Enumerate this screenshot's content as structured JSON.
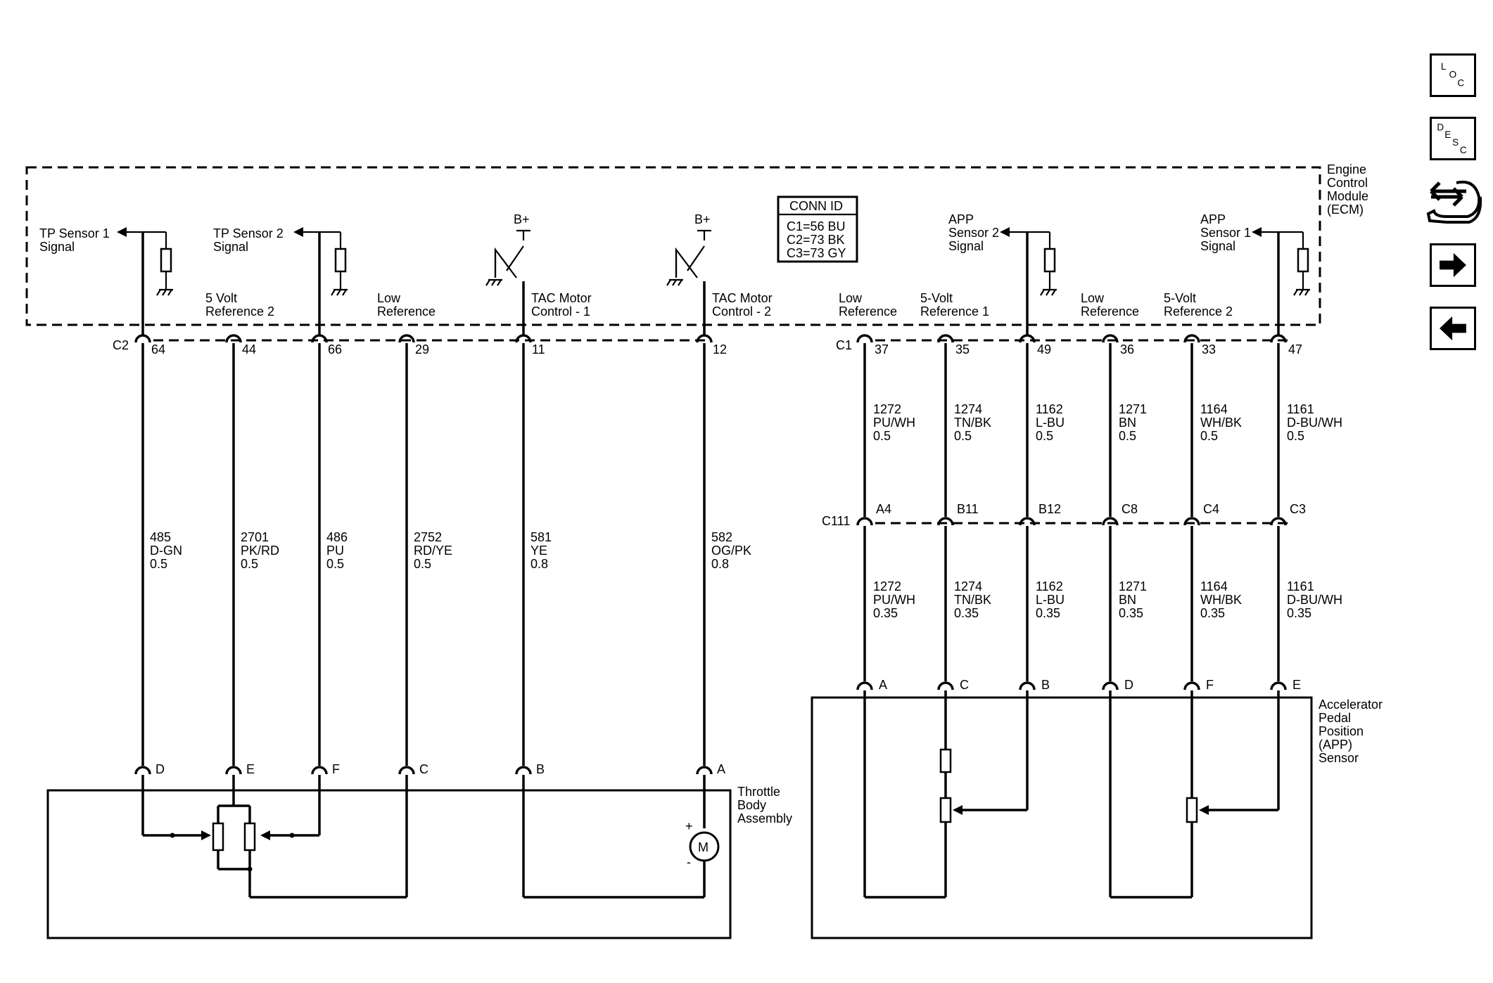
{
  "modules": {
    "ecm": [
      "Engine",
      "Control",
      "Module",
      "(ECM)"
    ],
    "throttle_body": [
      "Throttle",
      "Body",
      "Assembly"
    ],
    "app_sensor": [
      "Accelerator",
      "Pedal",
      "Position",
      "(APP)",
      "Sensor"
    ]
  },
  "conn_id": {
    "title": "CONN ID",
    "lines": [
      "C1=56 BU",
      "C2=73 BK",
      "C3=73 GY"
    ]
  },
  "ecm_labels": {
    "tp1": [
      "TP Sensor 1",
      "Signal"
    ],
    "ref5_2": [
      "5 Volt",
      "Reference 2"
    ],
    "tp2": [
      "TP Sensor 2",
      "Signal"
    ],
    "lowref_left": [
      "Low",
      "Reference"
    ],
    "tac1": [
      "TAC Motor",
      "Control - 1"
    ],
    "tac2": [
      "TAC Motor",
      "Control - 2"
    ],
    "bplus1": "B+",
    "bplus2": "B+",
    "lowref_a": [
      "Low",
      "Reference"
    ],
    "ref5v_1": [
      "5-Volt",
      "Reference 1"
    ],
    "app2": [
      "APP",
      "Sensor 2",
      "Signal"
    ],
    "lowref_b": [
      "Low",
      "Reference"
    ],
    "ref5v_2": [
      "5-Volt",
      "Reference 2"
    ],
    "app1": [
      "APP",
      "Sensor 1",
      "Signal"
    ]
  },
  "connectors": {
    "c2": "C2",
    "c1": "C1",
    "c111": "C111"
  },
  "left_circuits": [
    {
      "ecm_pin": "64",
      "circuit": "485",
      "color": "D-GN",
      "size": "0.5",
      "tb_pin": "D"
    },
    {
      "ecm_pin": "44",
      "circuit": "2701",
      "color": "PK/RD",
      "size": "0.5",
      "tb_pin": "E"
    },
    {
      "ecm_pin": "66",
      "circuit": "486",
      "color": "PU",
      "size": "0.5",
      "tb_pin": "F"
    },
    {
      "ecm_pin": "29",
      "circuit": "2752",
      "color": "RD/YE",
      "size": "0.5",
      "tb_pin": "C"
    },
    {
      "ecm_pin": "11",
      "circuit": "581",
      "color": "YE",
      "size": "0.8",
      "tb_pin": "B"
    },
    {
      "ecm_pin": "12",
      "circuit": "582",
      "color": "OG/PK",
      "size": "0.8",
      "tb_pin": "A"
    }
  ],
  "right_circuits": [
    {
      "ecm_pin": "37",
      "upper": [
        "1272",
        "PU/WH",
        "0.5"
      ],
      "c111_pin": "A4",
      "lower": [
        "1272",
        "PU/WH",
        "0.35"
      ],
      "app_pin": "A"
    },
    {
      "ecm_pin": "35",
      "upper": [
        "1274",
        "TN/BK",
        "0.5"
      ],
      "c111_pin": "B11",
      "lower": [
        "1274",
        "TN/BK",
        "0.35"
      ],
      "app_pin": "C"
    },
    {
      "ecm_pin": "49",
      "upper": [
        "1162",
        "L-BU",
        "0.5"
      ],
      "c111_pin": "B12",
      "lower": [
        "1162",
        "L-BU",
        "0.35"
      ],
      "app_pin": "B"
    },
    {
      "ecm_pin": "36",
      "upper": [
        "1271",
        "BN",
        "0.5"
      ],
      "c111_pin": "C8",
      "lower": [
        "1271",
        "BN",
        "0.35"
      ],
      "app_pin": "D"
    },
    {
      "ecm_pin": "33",
      "upper": [
        "1164",
        "WH/BK",
        "0.5"
      ],
      "c111_pin": "C4",
      "lower": [
        "1164",
        "WH/BK",
        "0.35"
      ],
      "app_pin": "F"
    },
    {
      "ecm_pin": "47",
      "upper": [
        "1161",
        "D-BU/WH",
        "0.5"
      ],
      "c111_pin": "C3",
      "lower": [
        "1161",
        "D-BU/WH",
        "0.35"
      ],
      "app_pin": "E"
    }
  ],
  "motor": {
    "symbol": "M",
    "plus": "+",
    "minus": "-"
  },
  "nav": {
    "loc": [
      "L",
      "O",
      "C"
    ],
    "desc": [
      "D",
      "E",
      "S",
      "C"
    ],
    "icons": [
      "connector-icon",
      "arrow-right-icon",
      "arrow-left-icon"
    ]
  }
}
